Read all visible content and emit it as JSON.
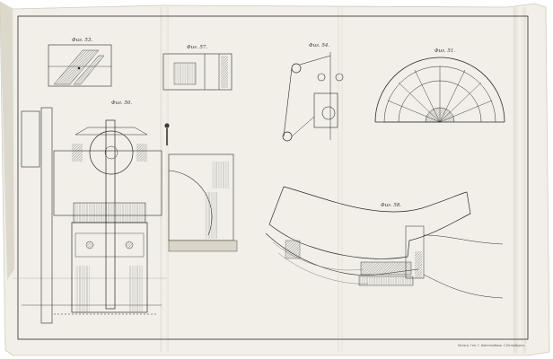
{
  "figures": {
    "fig53": "Фиг. 53.",
    "fig57": "Фиг. 57.",
    "fig54": "Фиг. 54.",
    "fig51": "Фиг. 51.",
    "fig50": "Фиг. 50.",
    "fig58": "Фиг. 58."
  },
  "imprint": "Литогр. Ген. Г. Шенгельбаха. С.Петербургъ.",
  "colors": {
    "paper": "#f1efe8",
    "paper_shadow": "#e4e1d6",
    "ink": "#2a2a2a",
    "ink_light": "#6b6b6b",
    "background": "#ffffff"
  }
}
